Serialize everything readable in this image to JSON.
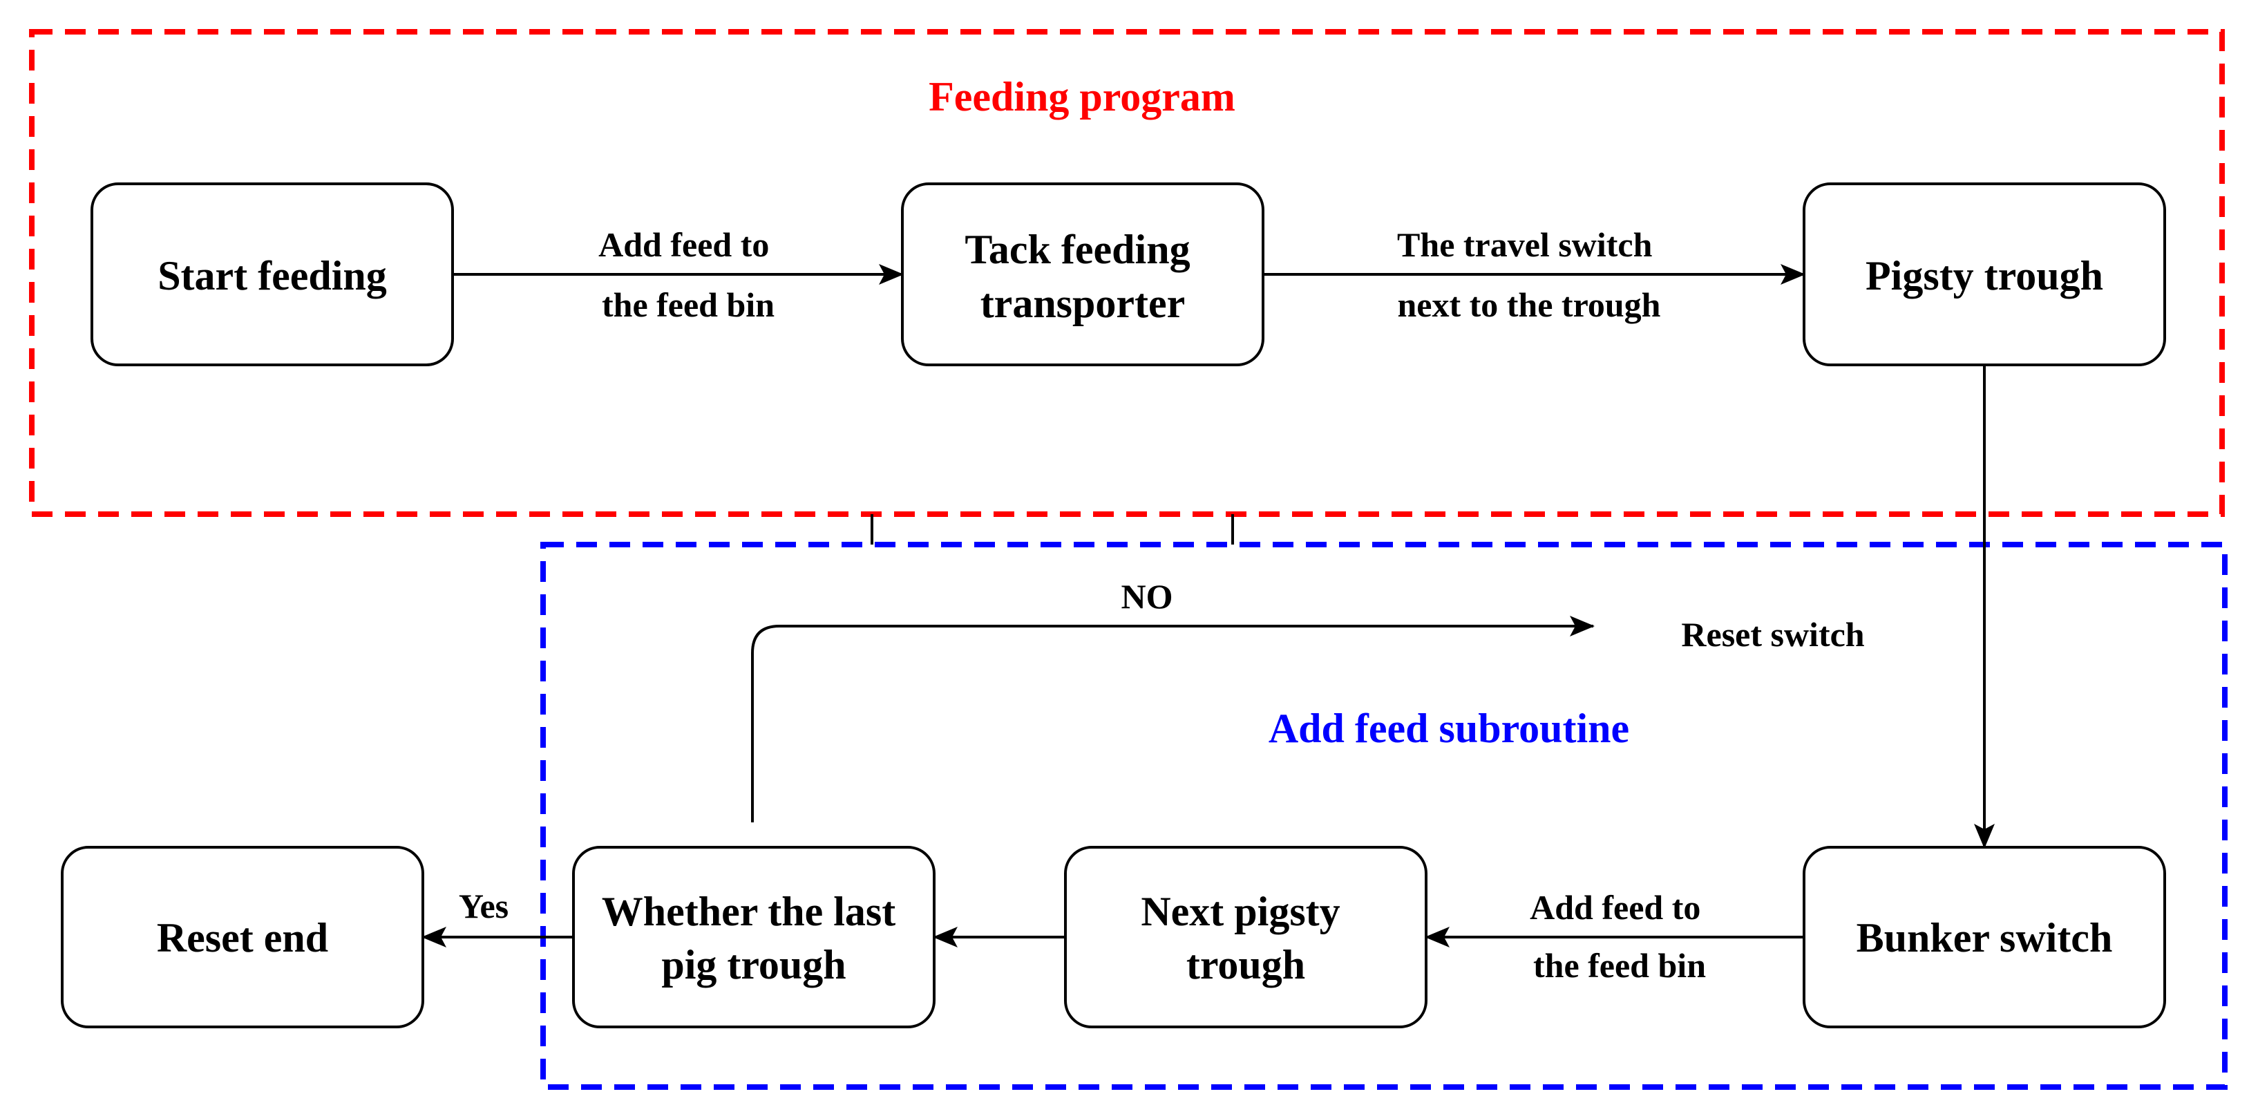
{
  "colors": {
    "feeding_program": "#ff0000",
    "add_feed_subroutine": "#0000ff",
    "line": "#000000"
  },
  "groups": {
    "feeding_program": "Feeding program",
    "add_feed_subroutine": "Add feed subroutine"
  },
  "nodes": {
    "start_feeding": [
      "Start feeding"
    ],
    "tack_feeding": [
      "Tack feeding",
      "transporter"
    ],
    "pigsty_trough": [
      "Pigsty trough"
    ],
    "bunker_switch": [
      "Bunker switch"
    ],
    "next_pigsty": [
      "Next pigsty",
      "trough"
    ],
    "whether_last": [
      "Whether the last",
      "pig trough"
    ],
    "reset_end": [
      "Reset end"
    ]
  },
  "edge_labels": {
    "add_feed_top": [
      "Add feed to",
      "the feed bin"
    ],
    "travel_switch": [
      "The travel switch",
      "next to the trough"
    ],
    "add_feed_bottom": [
      "Add feed to",
      "the feed bin"
    ],
    "no": "NO",
    "yes": "Yes",
    "reset_switch": "Reset switch"
  }
}
